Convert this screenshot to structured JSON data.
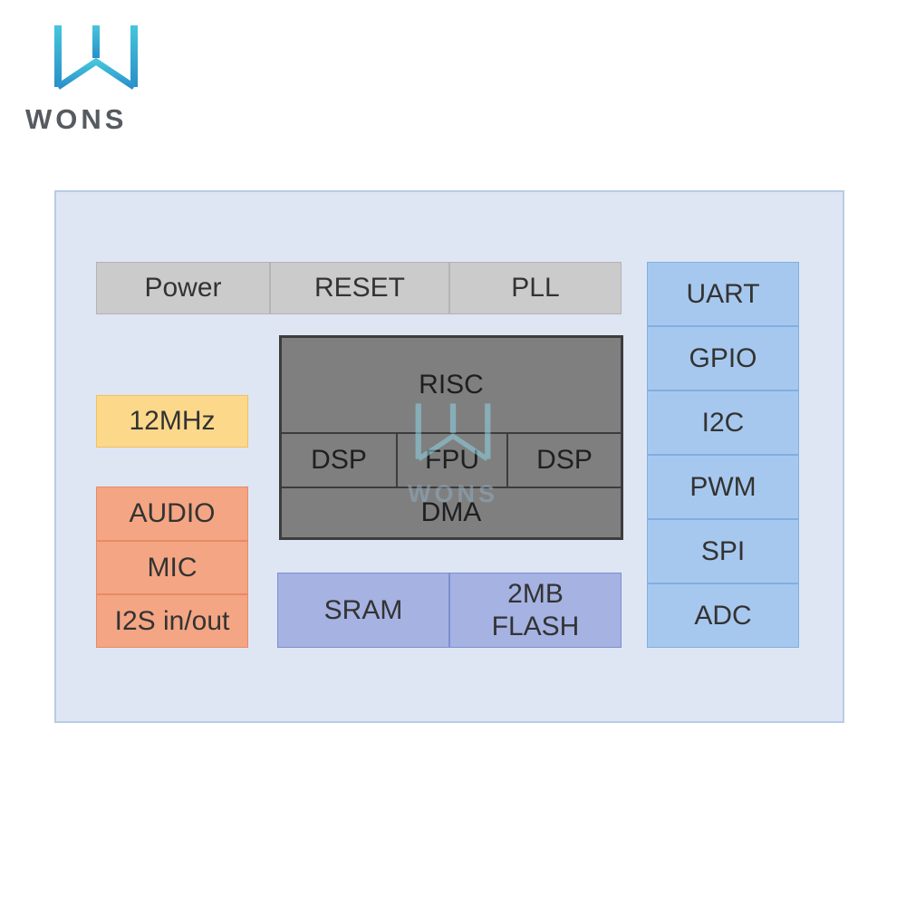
{
  "logo": {
    "text": "WONS"
  },
  "blocks": {
    "power": "Power",
    "reset": "RESET",
    "pll": "PLL",
    "clock": "12MHz",
    "audio": "AUDIO",
    "mic": "MIC",
    "i2s": "I2S in/out",
    "risc": "RISC",
    "dsp_left": "DSP",
    "fpu": "FPU",
    "dsp_right": "DSP",
    "dma": "DMA",
    "sram": "SRAM",
    "flash_line1": "2MB",
    "flash_line2": "FLASH",
    "uart": "UART",
    "gpio": "GPIO",
    "i2c": "I2C",
    "pwm": "PWM",
    "spi": "SPI",
    "adc": "ADC"
  },
  "watermark": {
    "text": "WONS"
  },
  "colors": {
    "board_bg": "#dee6f4",
    "system_blocks": "#cbcbcb",
    "cpu_core": "#7b7b7b",
    "clock": "#fcd98a",
    "audio": "#f4a583",
    "memory": "#a5b2e2",
    "peripherals": "#a7c8ee",
    "logo_accent": "#3fb4cf"
  }
}
